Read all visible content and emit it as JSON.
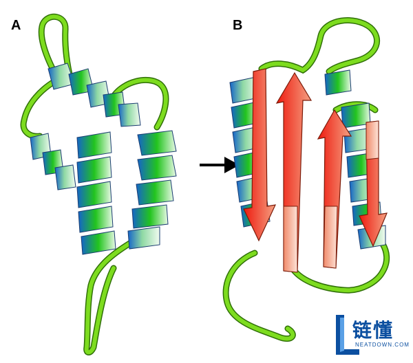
{
  "panels": {
    "a_label": "A",
    "b_label": "B"
  },
  "watermark": {
    "text_cn": "链懂",
    "text_en": "NEATDOWN.COM"
  },
  "colors": {
    "coil": "#7ddc1f",
    "coil_edge": "#2f6f08",
    "helix_green": "#22c41e",
    "helix_blue": "#1565c8",
    "helix_pale": "#dff5dd",
    "strand_red": "#ee1a0e",
    "strand_pale": "#f7b9a2",
    "arrow": "#000000",
    "brand_blue": "#0b4fa0"
  }
}
